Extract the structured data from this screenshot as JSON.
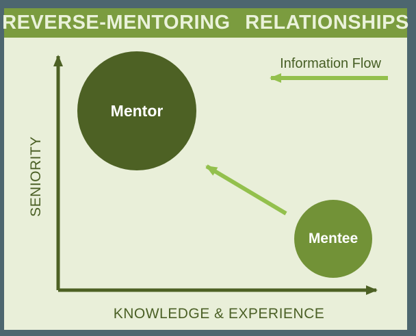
{
  "title_bar": {
    "title": "REVERSE-MENTORING RELATIONSHIPS"
  },
  "axes": {
    "x_label": "KNOWLEDGE & EXPERIENCE",
    "y_label": "SENIORITY"
  },
  "nodes": [
    {
      "label": "Mentor",
      "color": "#4d6124",
      "text_color": "#ffffff"
    },
    {
      "label": "Mentee",
      "color": "#729237",
      "text_color": "#ffffff"
    }
  ],
  "annotations": {
    "info_flow_label": "Information Flow"
  },
  "colors": {
    "frame_slate": "#4d666f",
    "title_bar_green": "#7b9c3f",
    "title_text": "#eaf2da",
    "plot_background": "#e9efd9",
    "axis_dark_olive": "#4d6124",
    "label_text_green": "#4b6026",
    "flow_arrow_green": "#93c04d"
  }
}
